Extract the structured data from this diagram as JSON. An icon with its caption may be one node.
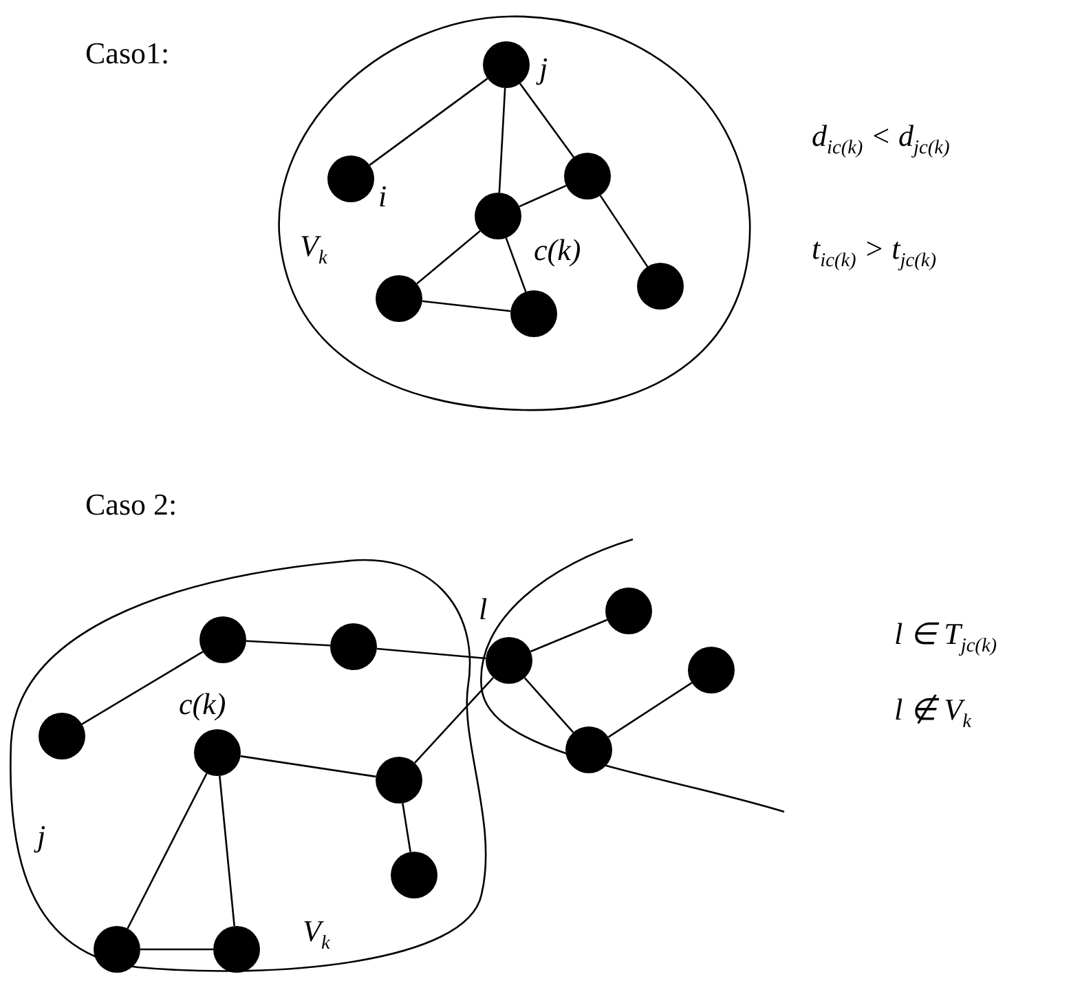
{
  "diagram": {
    "nodes": [
      {
        "text": [
          "V$_{k}$"
        ]
      },
      {
        "text": [],
        "shape": "circle",
        "in": 0,
        "beside": [
          "j"
        ]
      },
      {
        "text": [],
        "shape": "circle",
        "in": 0,
        "beside": [
          "i"
        ]
      },
      {
        "text": [],
        "shape": "circle",
        "in": 0
      },
      {
        "text": [],
        "shape": "circle",
        "in": 0,
        "beside": [
          "c(k)"
        ]
      },
      {
        "text": [],
        "shape": "circle",
        "in": 0
      },
      {
        "text": [],
        "shape": "circle",
        "in": 0
      },
      {
        "text": [],
        "shape": "circle",
        "in": 0
      },
      {
        "text": [
          "V$_{k}$"
        ]
      },
      {
        "text": [],
        "shape": "cloud"
      },
      {
        "text": [],
        "shape": "circle",
        "in": 8
      },
      {
        "text": [],
        "shape": "circle",
        "in": 8
      },
      {
        "text": [],
        "shape": "circle",
        "in": 9,
        "beside": [
          "l"
        ]
      },
      {
        "text": [],
        "shape": "circle",
        "in": 9
      },
      {
        "text": [],
        "shape": "circle",
        "in": 9
      },
      {
        "text": [],
        "shape": "circle",
        "in": 8,
        "beside": [
          "j"
        ]
      },
      {
        "text": [],
        "shape": "circle",
        "in": 8,
        "beside": [
          "c(k)"
        ]
      },
      {
        "text": [],
        "shape": "circle",
        "in": 8
      },
      {
        "text": [],
        "shape": "circle",
        "in": 9
      },
      {
        "text": [],
        "shape": "circle",
        "in": 8
      },
      {
        "text": [],
        "shape": "circle",
        "in": 8
      },
      {
        "text": [],
        "shape": "circle",
        "in": 8
      }
    ],
    "edges": [
      {
        "from": 1,
        "to": 2,
        "arrow": "none"
      },
      {
        "from": 1,
        "to": 4,
        "arrow": "none"
      },
      {
        "from": 1,
        "to": 3,
        "arrow": "none"
      },
      {
        "from": 4,
        "to": 3,
        "arrow": "none"
      },
      {
        "from": 3,
        "to": 6,
        "arrow": "none"
      },
      {
        "from": 4,
        "to": 5,
        "arrow": "none"
      },
      {
        "from": 4,
        "to": 7,
        "arrow": "none"
      },
      {
        "from": 5,
        "to": 7,
        "arrow": "none"
      },
      {
        "from": 10,
        "to": 11,
        "arrow": "none"
      },
      {
        "from": 11,
        "to": 12,
        "arrow": "none"
      },
      {
        "from": 12,
        "to": 13,
        "arrow": "none"
      },
      {
        "from": 12,
        "to": 18,
        "arrow": "none"
      },
      {
        "from": 18,
        "to": 14,
        "arrow": "none"
      },
      {
        "from": 12,
        "to": 17,
        "arrow": "none"
      },
      {
        "from": 16,
        "to": 17,
        "arrow": "none"
      },
      {
        "from": 17,
        "to": 19,
        "arrow": "none"
      },
      {
        "from": 15,
        "to": 10,
        "arrow": "none"
      },
      {
        "from": 16,
        "to": 20,
        "arrow": "none"
      },
      {
        "from": 16,
        "to": 21,
        "arrow": "none"
      },
      {
        "from": 20,
        "to": 21,
        "arrow": "none"
      }
    ],
    "labels": [
      "Caso1:",
      "d$_{ic(k)}$ < d$_{jc(k)}$",
      "t$_{ic(k)}$ > t$_{jc(k)}$",
      "Caso 2:",
      "l ∈ T$_{jc(k)}$",
      "l ∉ V$_{k}$"
    ]
  }
}
